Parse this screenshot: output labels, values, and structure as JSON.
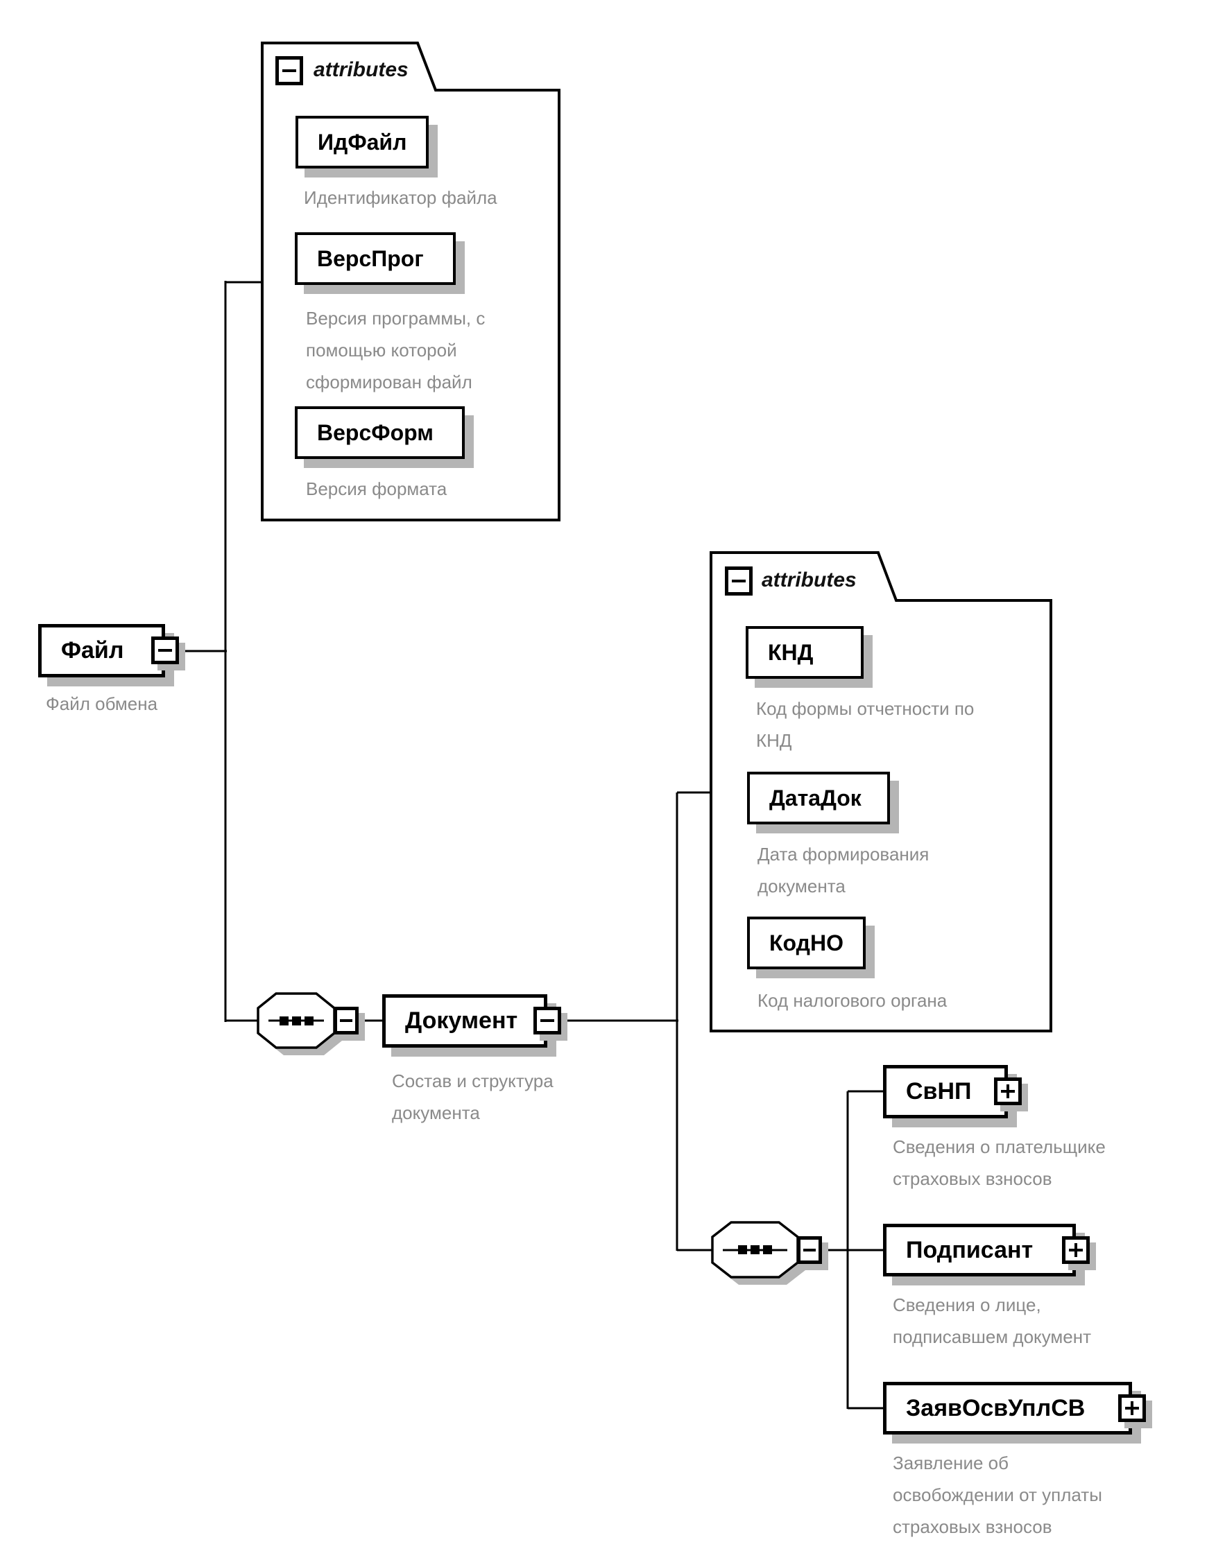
{
  "colors": {
    "background": "#ffffff",
    "line": "#000000",
    "box_shadow": "#b5b5b5",
    "annotation_text": "#8a8a8a"
  },
  "icons": {
    "collapse": "−",
    "expand": "+",
    "sequence": "octagon-with-three-squares"
  },
  "root_element": {
    "label": "Файл",
    "annotation_lines": [
      "Файл обмена"
    ]
  },
  "attributes_group_file": {
    "header_label": "attributes",
    "attributes": [
      {
        "label": "ИдФайл",
        "annotation_lines": [
          "Идентификатор файла"
        ]
      },
      {
        "label": "ВерсПрог",
        "annotation_lines": [
          "Версия программы, с",
          "помощью которой",
          "сформирован файл"
        ]
      },
      {
        "label": "ВерсФорм",
        "annotation_lines": [
          "Версия формата"
        ]
      }
    ]
  },
  "document_element": {
    "label": "Документ",
    "annotation_lines": [
      "Состав и структура",
      "документа"
    ]
  },
  "attributes_group_document": {
    "header_label": "attributes",
    "attributes": [
      {
        "label": "КНД",
        "annotation_lines": [
          "Код формы отчетности по",
          "КНД"
        ]
      },
      {
        "label": "ДатаДок",
        "annotation_lines": [
          "Дата формирования",
          "документа"
        ]
      },
      {
        "label": "КодНО",
        "annotation_lines": [
          "Код налогового органа"
        ]
      }
    ]
  },
  "document_children": [
    {
      "label": "СвНП",
      "annotation_lines": [
        "Сведения о плательщике",
        "страховых взносов"
      ]
    },
    {
      "label": "Подписант",
      "annotation_lines": [
        "Сведения о лице,",
        "подписавшем документ"
      ]
    },
    {
      "label": "ЗаявОсвУплСВ",
      "annotation_lines": [
        "Заявление об",
        "освобождении от уплаты",
        "страховых взносов"
      ]
    }
  ]
}
